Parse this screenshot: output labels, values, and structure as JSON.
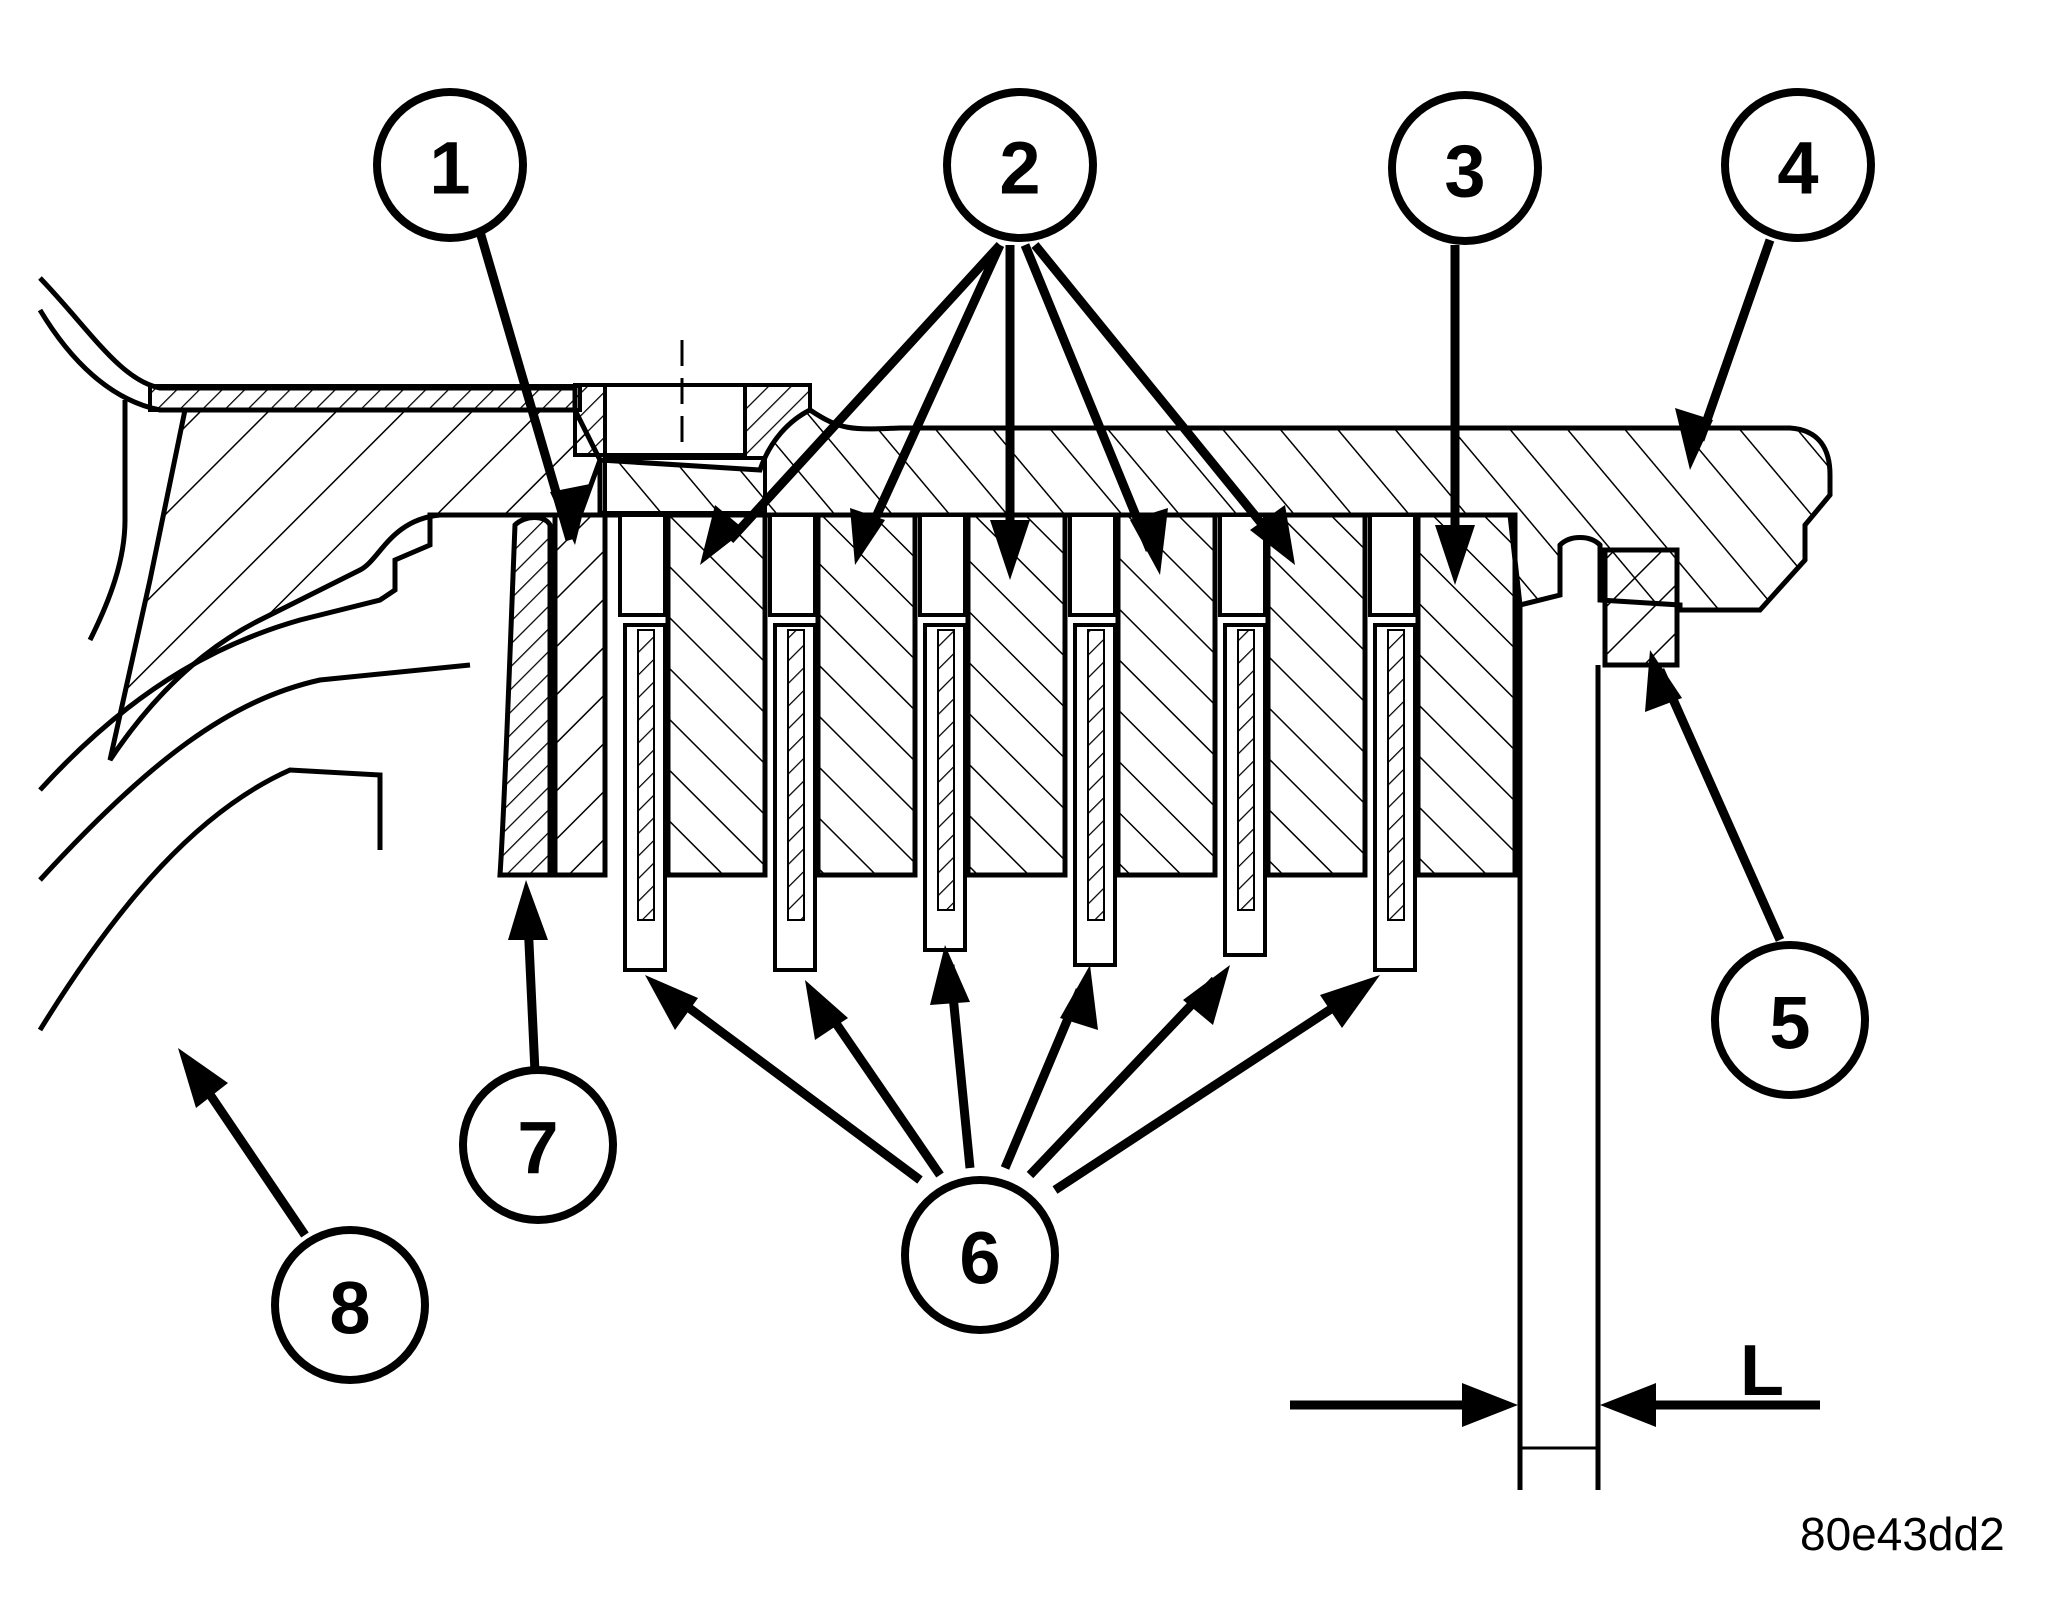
{
  "callouts": [
    {
      "label": "1"
    },
    {
      "label": "2"
    },
    {
      "label": "3"
    },
    {
      "label": "4"
    },
    {
      "label": "5"
    },
    {
      "label": "6"
    },
    {
      "label": "7"
    },
    {
      "label": "8"
    }
  ],
  "dimension_label": "L",
  "figure_code": "80e43dd2"
}
